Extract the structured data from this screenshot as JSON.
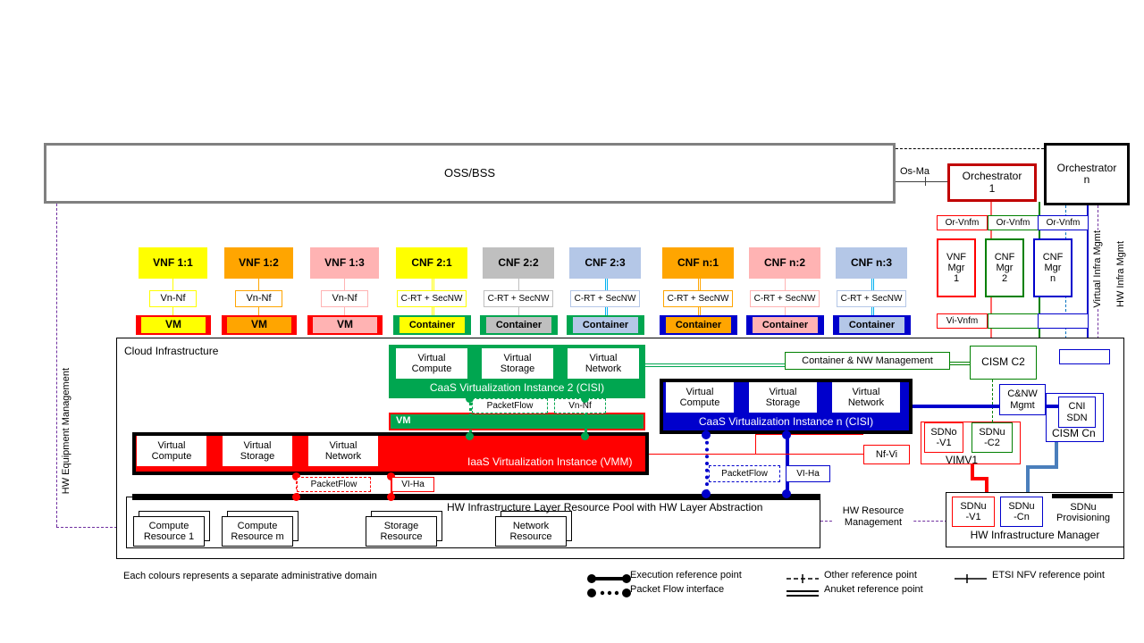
{
  "diagram": {
    "oss_bss": "OSS/BSS",
    "cloud_infrastructure": "Cloud Infrastructure",
    "footer_note": "Each colours represents a separate administrative domain"
  },
  "orchestrators": [
    {
      "name": "orchestrator-1",
      "line1": "Orchestrator",
      "line2": "1",
      "color": "#c00000"
    },
    {
      "name": "orchestrator-n",
      "line1": "Orchestrator",
      "line2": "n",
      "color": "#000000"
    }
  ],
  "os_ma": "Os-Ma",
  "managers": [
    {
      "line1": "VNF",
      "line2": "Mgr",
      "line3": "1",
      "color": "#ff0000",
      "rp": "Or-Vnfm",
      "rp2": "Vi-Vnfm"
    },
    {
      "line1": "CNF",
      "line2": "Mgr",
      "line3": "2",
      "color": "#008000",
      "rp": "Or-Vnfm",
      "rp2": ""
    },
    {
      "line1": "CNF",
      "line2": "Mgr",
      "line3": "n",
      "color": "#0000cc",
      "rp": "Or-Vnfm",
      "rp2": ""
    }
  ],
  "vertical_labels": [
    {
      "text": "HW Equipment Management",
      "color": "#7030a0"
    },
    {
      "text": "Virtual Infra Mgmt",
      "color": "#0070c0"
    },
    {
      "text": "HW Infra Mgmt",
      "color": "#7030a0"
    }
  ],
  "functions": [
    {
      "label": "VNF 1:1",
      "fill": "#ffff00",
      "border": "#ffff00",
      "rp": "Vn-Nf",
      "unit": "VM",
      "unit_fill": "#ffff00",
      "band": "#ff0000"
    },
    {
      "label": "VNF 1:2",
      "fill": "#ffa500",
      "border": "#ffa500",
      "rp": "Vn-Nf",
      "unit": "VM",
      "unit_fill": "#ffa500",
      "band": "#ff0000"
    },
    {
      "label": "VNF 1:3",
      "fill": "#ffb3b3",
      "border": "#ffb3b3",
      "rp": "Vn-Nf",
      "unit": "VM",
      "unit_fill": "#ffb3b3",
      "band": "#ff0000"
    },
    {
      "label": "CNF 2:1",
      "fill": "#ffff00",
      "border": "#ffff00",
      "rp": "C-RT + SecNW",
      "unit": "Container",
      "unit_fill": "#ffff00",
      "band": "#00a650"
    },
    {
      "label": "CNF 2:2",
      "fill": "#bfbfbf",
      "border": "#bfbfbf",
      "rp": "C-RT + SecNW",
      "unit": "Container",
      "unit_fill": "#bfbfbf",
      "band": "#00a650"
    },
    {
      "label": "CNF 2:3",
      "fill": "#b4c7e7",
      "border": "#00b0f0",
      "rp": "C-RT + SecNW",
      "unit": "Container",
      "unit_fill": "#b4c7e7",
      "band": "#00a650"
    },
    {
      "label": "CNF n:1",
      "fill": "#ffa500",
      "border": "#ffa500",
      "rp": "C-RT + SecNW",
      "unit": "Container",
      "unit_fill": "#ffa500",
      "band": "#0000cc"
    },
    {
      "label": "CNF n:2",
      "fill": "#ffb3b3",
      "border": "#ffb3b3",
      "rp": "C-RT + SecNW",
      "unit": "Container",
      "unit_fill": "#ffb3b3",
      "band": "#0000cc"
    },
    {
      "label": "CNF n:3",
      "fill": "#b4c7e7",
      "border": "#00b0f0",
      "rp": "C-RT + SecNW",
      "unit": "Container",
      "unit_fill": "#b4c7e7",
      "band": "#0000cc"
    }
  ],
  "caas2": {
    "title": "CaaS Virtualization Instance 2 (CISI)",
    "resources": [
      "Virtual Compute",
      "Virtual Storage",
      "Virtual Network"
    ],
    "vm_label": "VM",
    "rp_packetflow": "PacketFlow",
    "rp_vnnf": "Vn-Nf",
    "color": "#00a650"
  },
  "caasn": {
    "title": "CaaS Virtualization Instance n (CISI)",
    "resources": [
      "Virtual Compute",
      "Virtual Storage",
      "Virtual Network"
    ],
    "rp_packetflow": "PacketFlow",
    "rp_viha": "VI-Ha",
    "color": "#0000cc"
  },
  "iaas": {
    "title": "IaaS Virtualization Instance (VMM)",
    "resources": [
      "Virtual Compute",
      "Virtual Storage",
      "Virtual Network"
    ],
    "rp_packetflow": "PacketFlow",
    "rp_viha": "VI-Ha",
    "color": "#ff0000"
  },
  "hw_pool": {
    "title": "HW Infrastructure Layer Resource Pool with HW Layer Abstraction",
    "resources": [
      "Compute Resource 1",
      "Compute Resource m",
      "Storage Resource",
      "Network Resource"
    ]
  },
  "management": {
    "container_nw_mgmt": "Container & NW Management",
    "cism_c2": "CISM C2",
    "cnw_mgmt": "C&NW Mgmt",
    "cism_cn": "CISM Cn",
    "cni_sdn": "CNI SDN",
    "sdno_v1": "SDNo -V1",
    "sdnu_c2": "SDNu -C2",
    "vimv1": "VIMV1",
    "nf_vi": "Nf-Vi",
    "hw_infra_manager": "HW Infrastructure Manager",
    "sdnu_v1": "SDNu -V1",
    "sdnu_cn": "SDNu -Cn",
    "sdnu_provisioning": "SDNu Provisioning",
    "hw_resource_mgmt": "HW Resource Management"
  },
  "legend": [
    {
      "icon": "execution-reference-point",
      "label": "Execution reference point"
    },
    {
      "icon": "packet-flow-interface",
      "label": "Packet Flow interface"
    },
    {
      "icon": "other-reference-point",
      "label": "Other reference point"
    },
    {
      "icon": "anuket-reference-point",
      "label": "Anuket  reference point"
    },
    {
      "icon": "etsi-nfv-reference-point",
      "label": "ETSI NFV reference point"
    }
  ]
}
